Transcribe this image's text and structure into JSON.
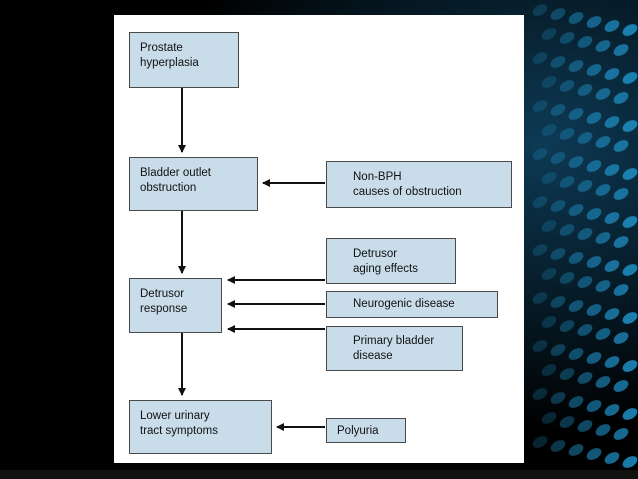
{
  "diagram": {
    "nodes": {
      "prostate_hyperplasia": "Prostate\nhyperplasia",
      "bladder_outlet_obstruction": "Bladder outlet\nobstruction",
      "non_bph_causes": "Non-BPH\ncauses of obstruction",
      "detrusor_aging": "Detrusor\naging effects",
      "detrusor_response": "Detrusor\nresponse",
      "neurogenic_disease": "Neurogenic disease",
      "primary_bladder_disease": "Primary bladder\ndisease",
      "lower_urinary_tract_symptoms": "Lower urinary\ntract symptoms",
      "polyuria": "Polyuria"
    },
    "edges": [
      {
        "from": "prostate_hyperplasia",
        "to": "bladder_outlet_obstruction"
      },
      {
        "from": "non_bph_causes",
        "to": "bladder_outlet_obstruction"
      },
      {
        "from": "bladder_outlet_obstruction",
        "to": "detrusor_response"
      },
      {
        "from": "detrusor_aging",
        "to": "detrusor_response"
      },
      {
        "from": "neurogenic_disease",
        "to": "detrusor_response"
      },
      {
        "from": "primary_bladder_disease",
        "to": "detrusor_response"
      },
      {
        "from": "detrusor_response",
        "to": "lower_urinary_tract_symptoms"
      },
      {
        "from": "polyuria",
        "to": "lower_urinary_tract_symptoms"
      }
    ]
  },
  "colors": {
    "box_fill": "#c9dcea",
    "box_border": "#4a4a4a",
    "arrow": "#111111",
    "panel": "#ffffff",
    "backdrop": "#000000",
    "accent": "#1f8fc4"
  }
}
